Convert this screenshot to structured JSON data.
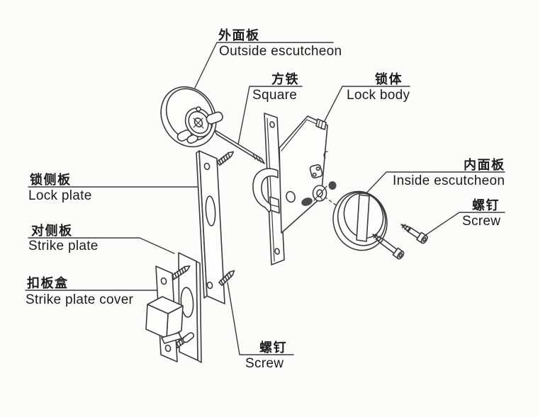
{
  "colors": {
    "ink": "#3a3a3a",
    "background": "#fcfcfa",
    "text": "#1c1c1c"
  },
  "labels": {
    "outside_escutcheon": {
      "zh": "外面板",
      "en": "Outside escutcheon"
    },
    "square": {
      "zh": "方铁",
      "en": "Square"
    },
    "lock_body": {
      "zh": "锁体",
      "en": "Lock body"
    },
    "inside_escutcheon": {
      "zh": "内面板",
      "en": "Inside escutcheon"
    },
    "screw_right": {
      "zh": "螺钉",
      "en": "Screw"
    },
    "lock_plate": {
      "zh": "锁侧板",
      "en": "Lock plate"
    },
    "strike_plate": {
      "zh": "对侧板",
      "en": "Strike plate"
    },
    "strike_plate_cover": {
      "zh": "扣板盒",
      "en": "Strike plate cover"
    },
    "screw_bottom": {
      "zh": "螺钉",
      "en": "Screw"
    }
  }
}
